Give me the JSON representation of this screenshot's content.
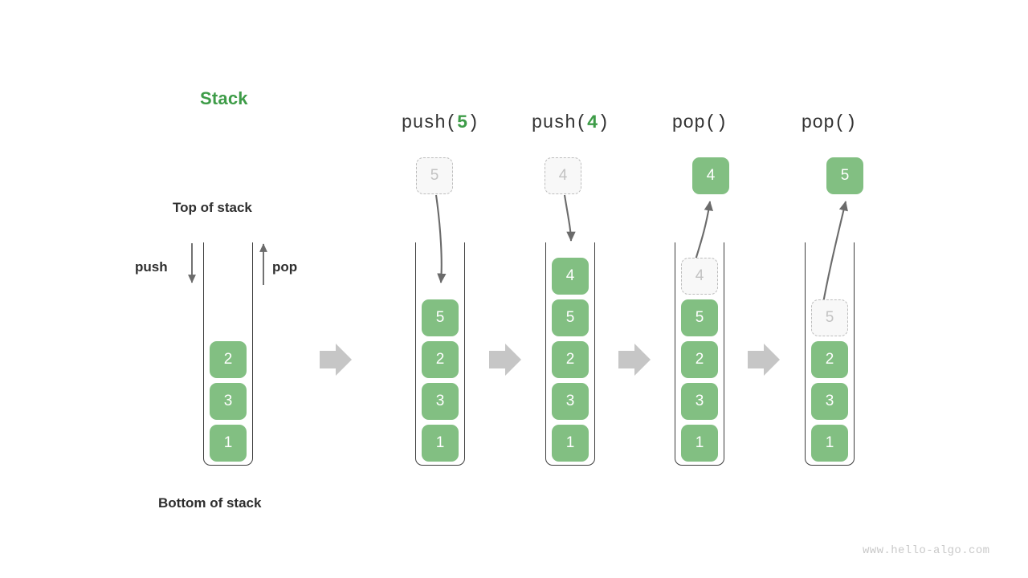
{
  "diagram": {
    "title": "Stack",
    "title_color": "#3e9c48",
    "box_color": "#82bf82",
    "ghost_color": "#c2c2c2",
    "arrow_color": "#6b6b6b",
    "transition_arrow_color": "#c6c6c6",
    "watermark": "www.hello-algo.com"
  },
  "labels": {
    "top_of_stack": "Top of stack",
    "bottom_of_stack": "Bottom of stack",
    "push": "push",
    "pop": "pop"
  },
  "columns": [
    {
      "id": "initial",
      "header": "",
      "header_op": "",
      "header_arg": "",
      "stack": [
        "2",
        "3",
        "1"
      ],
      "floating": null,
      "ghost_above": null,
      "ghost_in_stack": null
    },
    {
      "id": "push-5",
      "header": "push(5)",
      "header_op_pre": "push(",
      "header_arg": "5",
      "header_op_post": ")",
      "stack": [
        "5",
        "2",
        "3",
        "1"
      ],
      "ghost_above": "5",
      "floating": null,
      "ghost_in_stack": null
    },
    {
      "id": "push-4",
      "header": "push(4)",
      "header_op_pre": "push(",
      "header_arg": "4",
      "header_op_post": ")",
      "stack": [
        "4",
        "5",
        "2",
        "3",
        "1"
      ],
      "ghost_above": "4",
      "floating": null,
      "ghost_in_stack": null
    },
    {
      "id": "pop-1",
      "header": "pop()",
      "header_op_pre": "pop()",
      "header_arg": "",
      "header_op_post": "",
      "stack": [
        "5",
        "2",
        "3",
        "1"
      ],
      "ghost_above": null,
      "floating": "4",
      "ghost_in_stack": "4"
    },
    {
      "id": "pop-2",
      "header": "pop()",
      "header_op_pre": "pop()",
      "header_arg": "",
      "header_op_post": "",
      "stack": [
        "2",
        "3",
        "1"
      ],
      "ghost_above": null,
      "floating": "5",
      "ghost_in_stack": "5"
    }
  ]
}
